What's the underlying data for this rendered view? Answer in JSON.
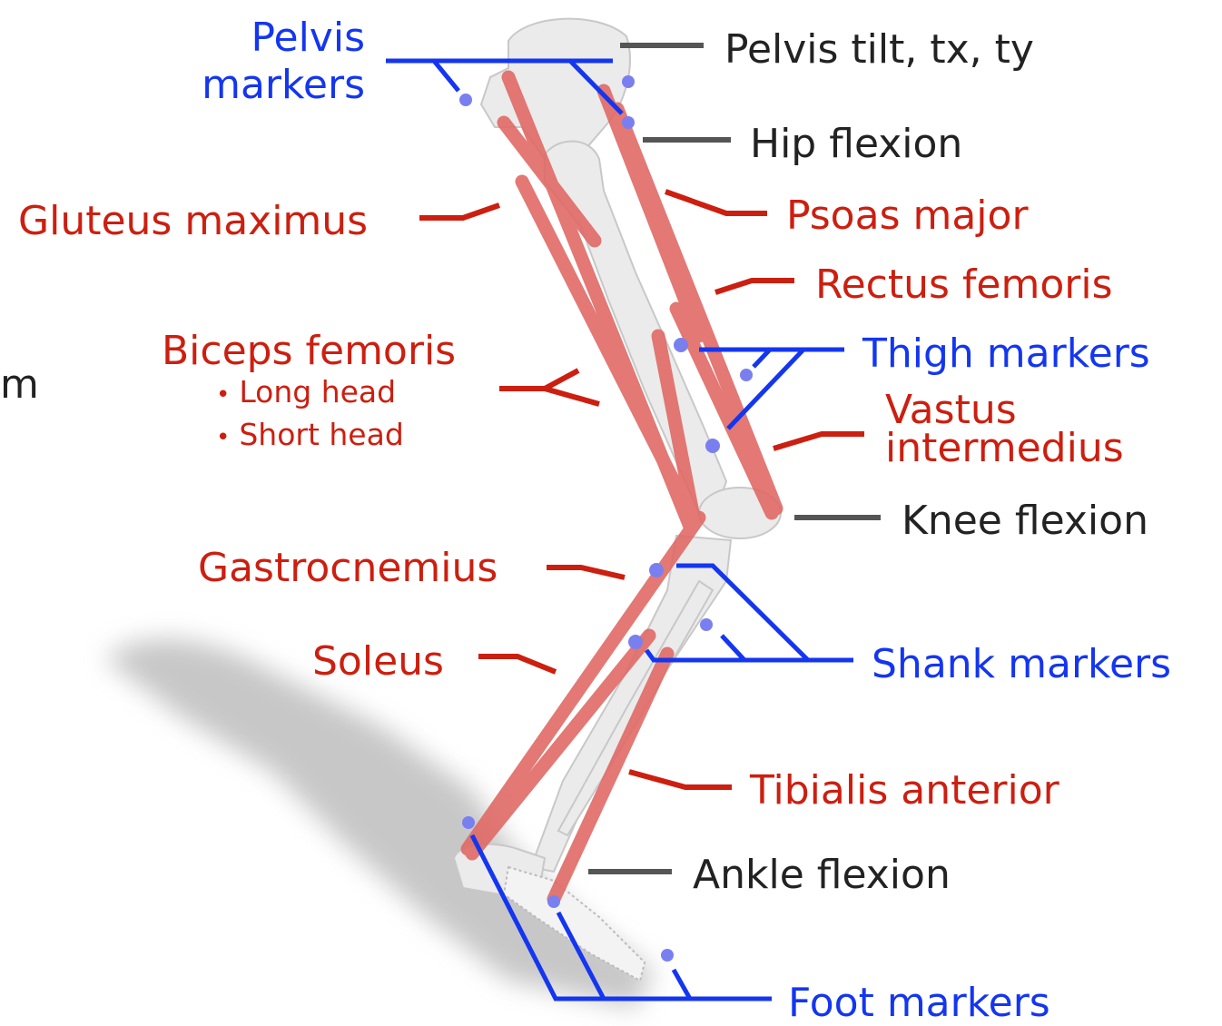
{
  "colors": {
    "muscle": "#cc1f10",
    "marker": "#1436f0",
    "joint": "#222222",
    "leader_gray": "#555555",
    "muscle_path": "#e06a66",
    "bone": "#e8e8e8",
    "marker_dot": "#7a7ff0"
  },
  "left_edge_fragment": "m",
  "markers": {
    "pelvis": [
      "Pelvis",
      "markers"
    ],
    "thigh": "Thigh markers",
    "shank": "Shank markers",
    "foot": "Foot markers"
  },
  "joints": {
    "pelvis": "Pelvis tilt, tx, ty",
    "hip": "Hip flexion",
    "knee": "Knee flexion",
    "ankle": "Ankle flexion"
  },
  "muscles": {
    "gluteus_maximus": "Gluteus maximus",
    "psoas_major": "Psoas major",
    "rectus_femoris": "Rectus femoris",
    "biceps_femoris": {
      "title": "Biceps femoris",
      "heads": [
        "Long head",
        "Short head"
      ]
    },
    "vastus_intermedius": [
      "Vastus",
      "intermedius"
    ],
    "gastrocnemius": "Gastrocnemius",
    "soleus": "Soleus",
    "tibialis_anterior": "Tibialis anterior"
  }
}
